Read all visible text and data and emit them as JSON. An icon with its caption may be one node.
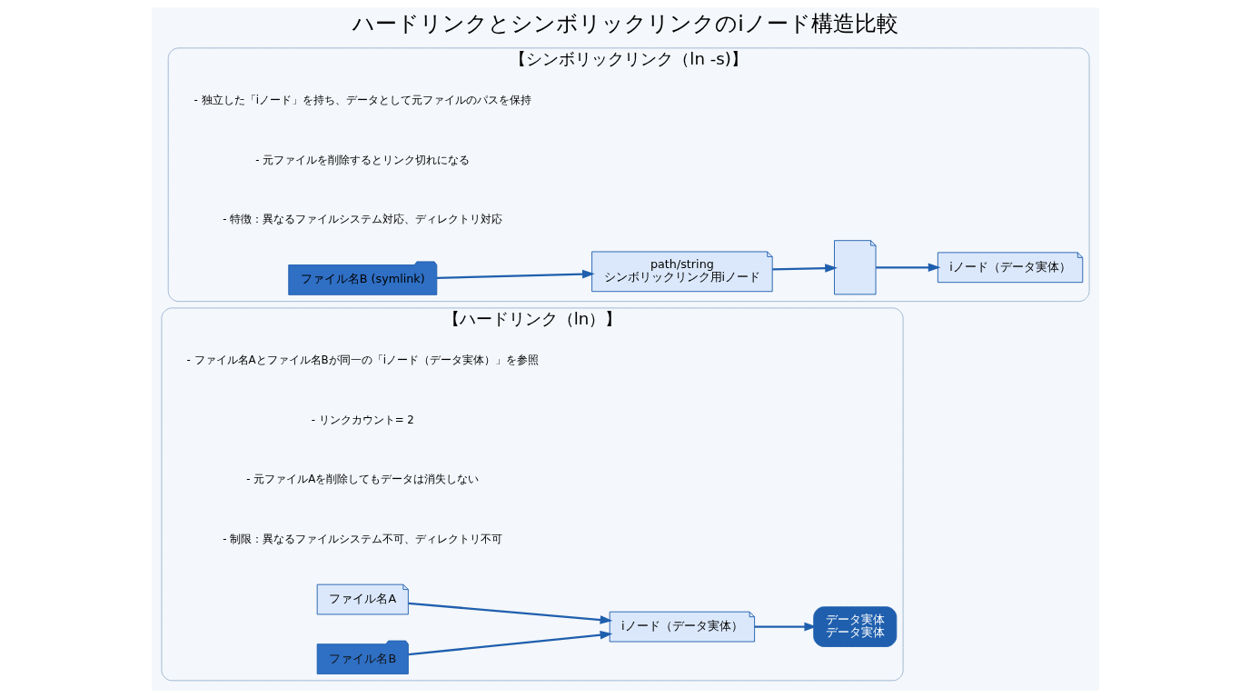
{
  "diagram": {
    "title": "ハードリンクとシンボリックリンクのiノード構造比較",
    "nodes": [
      {
        "text": [
          "【ハードリンク（ln）】"
        ]
      },
      {
        "text": [
          "【シンボリックリンク（ln -s)】"
        ]
      },
      {
        "text": [
          "ファイル名A"
        ],
        "in": 0
      },
      {
        "text": [
          "ファイル名B"
        ],
        "in": 0
      },
      {
        "text": [
          "iノード（データ実体）"
        ],
        "in": 0
      },
      {
        "text": [
          "データ実体",
          "データ実体"
        ],
        "in": 0
      },
      {
        "text": [
          "ファイル名B (symlink)"
        ],
        "in": 1
      },
      {
        "text": [
          "path/string",
          "シンボリックリンク用iノード"
        ],
        "in": 1
      },
      {
        "text": [],
        "shape": "box",
        "in": 1
      },
      {
        "text": [
          "iノード（データ実体）"
        ],
        "in": 1
      }
    ],
    "edges": [
      {
        "from": 2,
        "to": 4,
        "arrow": "to"
      },
      {
        "from": 3,
        "to": 4,
        "arrow": "to"
      },
      {
        "from": 4,
        "to": 5,
        "arrow": "to"
      },
      {
        "from": 6,
        "to": 7,
        "arrow": "to"
      },
      {
        "from": 7,
        "to": 8,
        "arrow": "to"
      },
      {
        "from": 8,
        "to": 9,
        "arrow": "to"
      }
    ],
    "labels": [
      "- ファイル名Aとファイル名Bが同一の「iノード（データ実体）」を参照",
      "- リンクカウント= 2",
      "- 元ファイルAを削除してもデータは消失しない",
      "- 制限：異なるファイルシステム不可、ディレクトリ不可",
      "- 独立した「iノード」を持ち、データとして元ファイルのパスを保持",
      "- 元ファイルを削除するとリンク切れになる",
      "- 特徴：異なるファイルシステム対応、ディレクトリ対応"
    ]
  }
}
